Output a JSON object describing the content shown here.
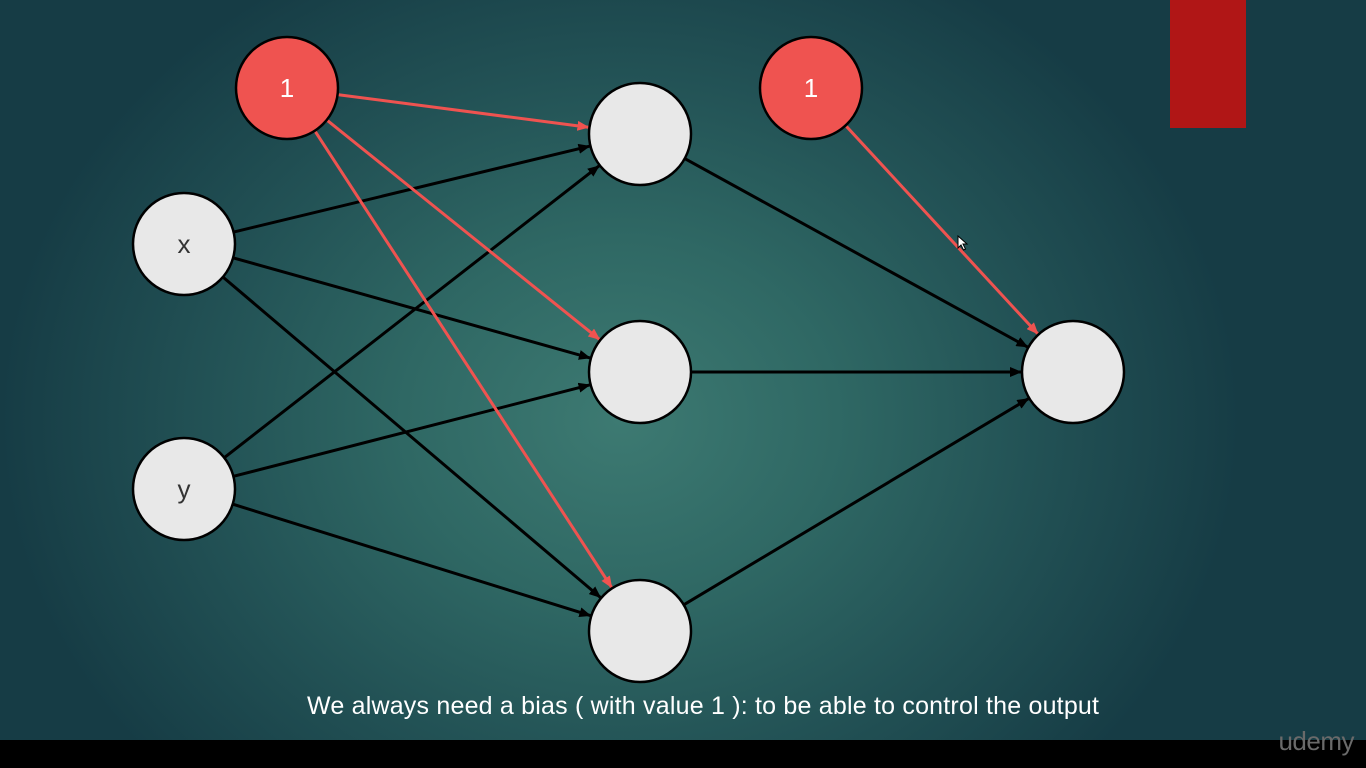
{
  "colors": {
    "input_node": "#e8e8e8",
    "bias_node": "#ef5350",
    "weight_edge": "#000000",
    "bias_edge": "#ef5350",
    "accent": "#b01616"
  },
  "network": {
    "nodes": [
      {
        "id": "x",
        "label": "x",
        "kind": "input"
      },
      {
        "id": "y",
        "label": "y",
        "kind": "input"
      },
      {
        "id": "b1",
        "label": "1",
        "kind": "bias"
      },
      {
        "id": "h1",
        "label": "",
        "kind": "hidden"
      },
      {
        "id": "h2",
        "label": "",
        "kind": "hidden"
      },
      {
        "id": "h3",
        "label": "",
        "kind": "hidden"
      },
      {
        "id": "b2",
        "label": "1",
        "kind": "bias"
      },
      {
        "id": "out",
        "label": "",
        "kind": "output"
      }
    ],
    "edges": [
      {
        "from": "x",
        "to": "h1",
        "kind": "weight"
      },
      {
        "from": "x",
        "to": "h2",
        "kind": "weight"
      },
      {
        "from": "x",
        "to": "h3",
        "kind": "weight"
      },
      {
        "from": "y",
        "to": "h1",
        "kind": "weight"
      },
      {
        "from": "y",
        "to": "h2",
        "kind": "weight"
      },
      {
        "from": "y",
        "to": "h3",
        "kind": "weight"
      },
      {
        "from": "h1",
        "to": "out",
        "kind": "weight"
      },
      {
        "from": "h2",
        "to": "out",
        "kind": "weight"
      },
      {
        "from": "h3",
        "to": "out",
        "kind": "weight"
      },
      {
        "from": "b1",
        "to": "h1",
        "kind": "bias"
      },
      {
        "from": "b1",
        "to": "h2",
        "kind": "bias"
      },
      {
        "from": "b1",
        "to": "h3",
        "kind": "bias"
      },
      {
        "from": "b2",
        "to": "out",
        "kind": "bias"
      }
    ]
  },
  "caption": "We always need a bias ( with value 1 ): to be able to control the output",
  "brand": "udemy"
}
